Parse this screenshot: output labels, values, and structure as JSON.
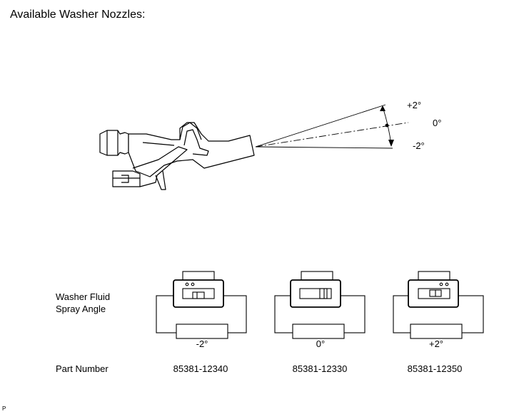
{
  "title": "Available Washer Nozzles:",
  "spray_labels": {
    "plus": "+2°",
    "zero": "0°",
    "minus": "-2°"
  },
  "table": {
    "row_angle_label_line1": "Washer Fluid",
    "row_angle_label_line2": "Spray Angle",
    "row_part_label": "Part Number",
    "columns": [
      {
        "angle": "-2°",
        "part_number": "85381-12340"
      },
      {
        "angle": "0°",
        "part_number": "85381-12330"
      },
      {
        "angle": "+2°",
        "part_number": "85381-12350"
      }
    ]
  },
  "corner_mark": "P"
}
